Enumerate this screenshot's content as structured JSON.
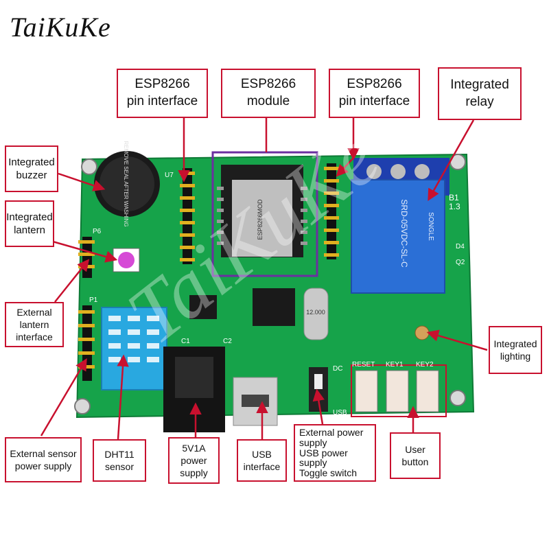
{
  "brand": "TaiKuKe",
  "watermark": "TaiKuKe",
  "colors": {
    "accent": "#c8102e",
    "board": "#16a34a",
    "relay": "#2b6fd6",
    "sensor": "#29a8e0"
  },
  "components": {
    "buzzer_text": "REMOVE SEAL AFTER WASHING",
    "esp_module_text": "ESP8266MOD",
    "relay_text": "SRD-05VDC-SL-C",
    "relay_brand": "SONGLE",
    "crystal_text": "12.000",
    "b1_label": "B1",
    "b13_label": "1.3"
  },
  "labels": {
    "esp_pin_left": [
      "ESP8266",
      "pin interface"
    ],
    "esp_module": [
      "ESP8266",
      "module"
    ],
    "esp_pin_right": [
      "ESP8266",
      "pin interface"
    ],
    "relay": [
      "Integrated",
      "relay"
    ],
    "buzzer": [
      "Integrated",
      "buzzer"
    ],
    "lantern": [
      "Integrated",
      "lantern"
    ],
    "ext_lantern": [
      "External",
      "lantern",
      "interface"
    ],
    "lighting": [
      "Integrated",
      "lighting"
    ],
    "ext_sensor": [
      "External sensor",
      "power supply"
    ],
    "dht11": [
      "DHT11",
      "sensor"
    ],
    "power_5v": [
      "5V1A",
      "power",
      "supply"
    ],
    "usb_interface": [
      "USB",
      "interface"
    ],
    "toggle": [
      "External power",
      "supply",
      "USB power",
      "supply",
      "Toggle switch"
    ],
    "user_button": [
      "User",
      "button"
    ]
  },
  "silkscreen": {
    "reset": "RESET",
    "key1": "KEY1",
    "key2": "KEY2",
    "dc": "DC",
    "usb": "USB",
    "c1": "C1",
    "c2": "C2",
    "u7": "U7",
    "p6": "P6",
    "p1": "P1",
    "q2": "Q2",
    "d4": "D4"
  }
}
